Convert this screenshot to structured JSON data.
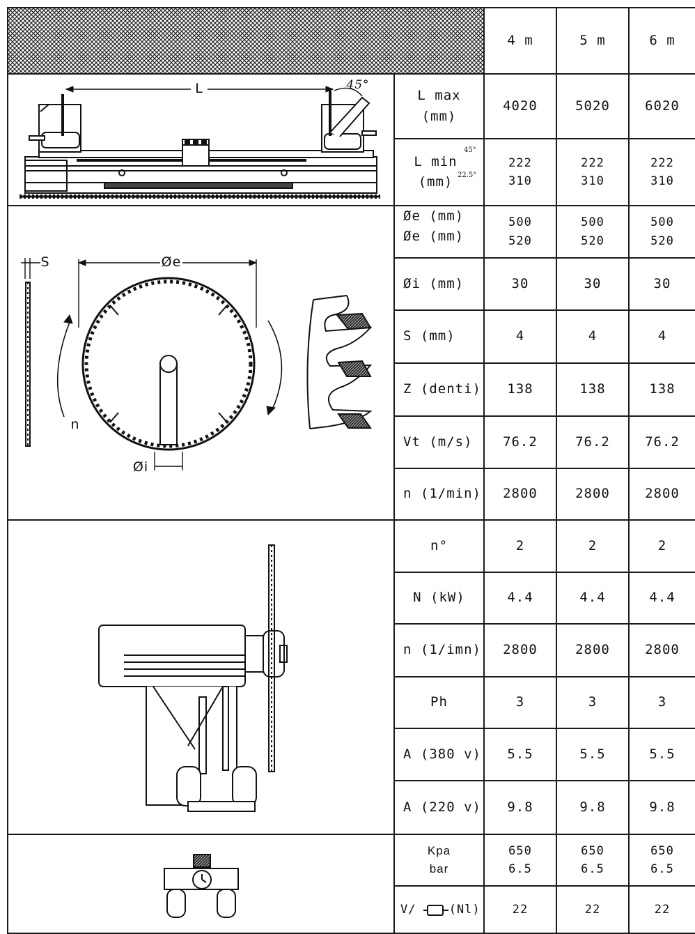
{
  "columns": [
    "4 m",
    "5 m",
    "6 m"
  ],
  "rows": [
    {
      "id": "lmax",
      "label": "L max",
      "unit": "(mm)",
      "values": [
        "4020",
        "5020",
        "6020"
      ]
    },
    {
      "id": "lmin",
      "label": "L min",
      "unit": "(mm)",
      "sup_top": "45°",
      "sup_bottom": "22.5°",
      "values": [
        [
          "222",
          "310"
        ],
        [
          "222",
          "310"
        ],
        [
          "222",
          "310"
        ]
      ]
    },
    {
      "id": "de",
      "label": [
        "Øe (mm)",
        "Øe (mm)"
      ],
      "values": [
        [
          "500",
          "520"
        ],
        [
          "500",
          "520"
        ],
        [
          "500",
          "520"
        ]
      ]
    },
    {
      "id": "di",
      "label": "Øi (mm)",
      "values": [
        "30",
        "30",
        "30"
      ]
    },
    {
      "id": "s",
      "label": "S (mm)",
      "values": [
        "4",
        "4",
        "4"
      ]
    },
    {
      "id": "z",
      "label": "Z (denti)",
      "values": [
        "138",
        "138",
        "138"
      ]
    },
    {
      "id": "vt",
      "label": "Vt (m/s)",
      "values": [
        "76.2",
        "76.2",
        "76.2"
      ]
    },
    {
      "id": "n1",
      "label": "n (1/min)",
      "values": [
        "2800",
        "2800",
        "2800"
      ]
    },
    {
      "id": "nmot",
      "label": "n°",
      "values": [
        "2",
        "2",
        "2"
      ]
    },
    {
      "id": "N",
      "label": "N (kW)",
      "values": [
        "4.4",
        "4.4",
        "4.4"
      ]
    },
    {
      "id": "n2",
      "label": "n (1/imn)",
      "values": [
        "2800",
        "2800",
        "2800"
      ]
    },
    {
      "id": "ph",
      "label": "Ph",
      "values": [
        "3",
        "3",
        "3"
      ]
    },
    {
      "id": "a380",
      "label": "A (380 v)",
      "values": [
        "5.5",
        "5.5",
        "5.5"
      ]
    },
    {
      "id": "a220",
      "label": "A (220 v)",
      "values": [
        "9.8",
        "9.8",
        "9.8"
      ]
    },
    {
      "id": "kpa",
      "label": [
        "Kpa",
        "bar"
      ],
      "values": [
        [
          "650",
          "6.5"
        ],
        [
          "650",
          "6.5"
        ],
        [
          "650",
          "6.5"
        ]
      ]
    },
    {
      "id": "vnl",
      "label": "V/ (Nl)",
      "values": [
        "22",
        "22",
        "22"
      ]
    }
  ],
  "drawing_labels": {
    "length": "L",
    "angle": "45°",
    "thickness": "S",
    "outer_diameter": "Øe",
    "inner_diameter": "Øi",
    "rotation": "n"
  },
  "icons": [
    "machine-overview-drawing",
    "saw-blade-drawing",
    "blade-tooth-detail-drawing",
    "motor-assembly-drawing",
    "pneumatic-unit-drawing",
    "air-cylinder-icon"
  ]
}
